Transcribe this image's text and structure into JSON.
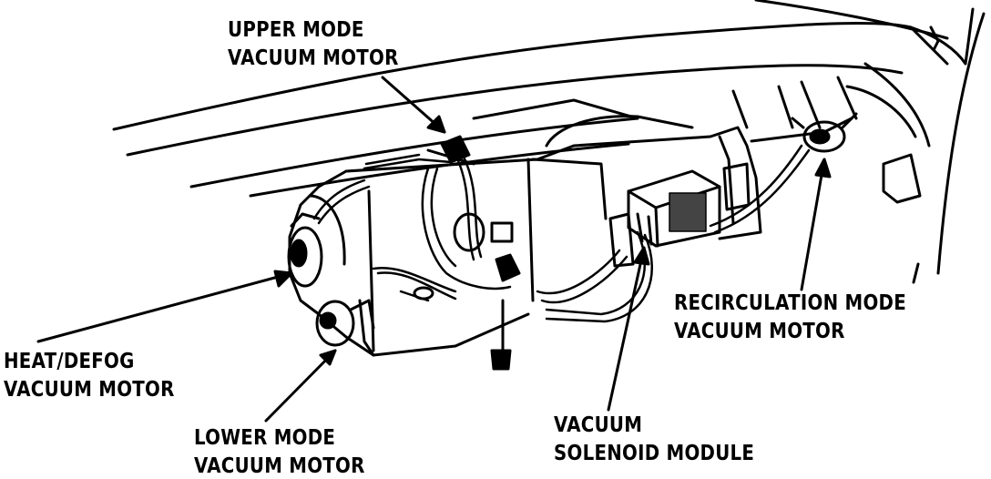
{
  "labels": {
    "upper_mode": {
      "line1": "UPPER MODE",
      "line2": "VACUUM MOTOR"
    },
    "heat_defog": {
      "line1": "HEAT/DEFOG",
      "line2": "VACUUM MOTOR"
    },
    "lower_mode": {
      "line1": "LOWER MODE",
      "line2": "VACUUM MOTOR"
    },
    "vacuum_solenoid": {
      "line1": "VACUUM",
      "line2": "SOLENOID MODULE"
    },
    "recirculation": {
      "line1": "RECIRCULATION MODE",
      "line2": "VACUUM MOTOR"
    }
  },
  "colors": {
    "ink": "#000000",
    "paper": "#ffffff"
  }
}
